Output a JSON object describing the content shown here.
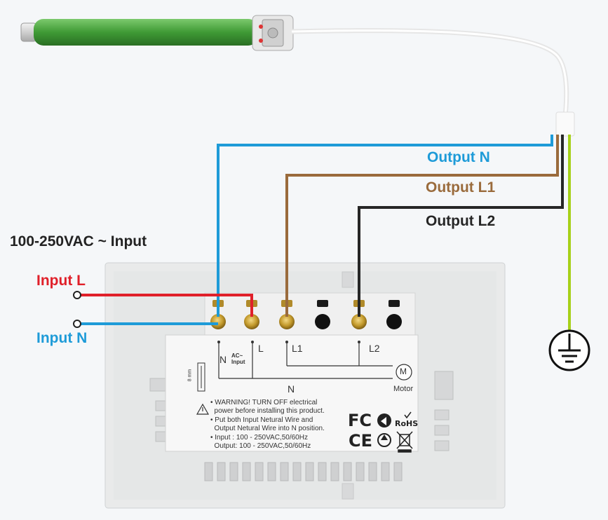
{
  "title": "100-250VAC ~ Input",
  "labels": {
    "output_n": "Output N",
    "output_l1": "Output L1",
    "output_l2": "Output L2",
    "input_l": "Input L",
    "input_n": "Input N"
  },
  "switch_labels": {
    "n": "N",
    "ac_input": "AC~\nInput",
    "l": "L",
    "l1": "L1",
    "l2": "L2",
    "n_bottom": "N",
    "motor_symbol": "M",
    "motor": "Motor",
    "strip_length": "8 mm"
  },
  "warnings": [
    "• WARNING! TURN OFF electrical",
    "  power before installing this product.",
    "• Put both Input Netural Wire and",
    "  Output Netural Wire into N position.",
    "• Input : 100 - 250VAC,50/60Hz",
    "  Output: 100 - 250VAC,50/60Hz"
  ],
  "certs": {
    "fc": "FC",
    "rohs": "RoHS",
    "ce": "CE"
  },
  "colors": {
    "blue": "#1e9bd8",
    "red": "#e0202a",
    "brown": "#9a6b3c",
    "black": "#262626",
    "earth": "#a7d11a",
    "motor_green": "#4aa53f",
    "plate": "#e9eaea",
    "label_panel": "#f7f7f7"
  },
  "icons": [
    "ground-icon",
    "warning-icon",
    "recycle-icon",
    "weee-bin-icon",
    "motor-icon"
  ]
}
